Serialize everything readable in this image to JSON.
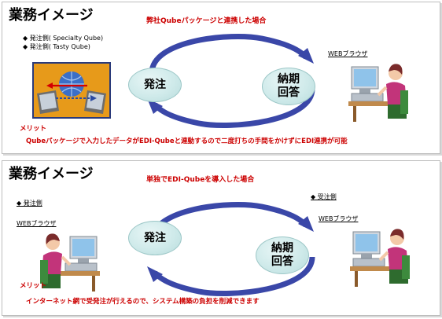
{
  "panels": {
    "top": {
      "title": "業務イメージ",
      "scenario": "弊社Qubeパッケージと連携した場合",
      "orderer_items": [
        "◆ 発注側( Specialty Qube)",
        "◆ 発注側( Tasty Qube)"
      ],
      "web_browser": "WEBブラウザ",
      "left_ellipse": "発注",
      "right_ellipse": "納期\n回答",
      "merit_label": "メリット",
      "merit_text": "Qubeパッケージで入力したデータがEDI-Qubeと連動するので二度打ちの手間をかけずにEDI連携が可能"
    },
    "bottom": {
      "title": "業務イメージ",
      "scenario": "単独でEDI-Qubeを導入した場合",
      "orderer": "◆ 発注側",
      "orderer_browser": "WEBブラウザ",
      "supplier": "◆ 受注側",
      "supplier_browser": "WEBブラウザ",
      "left_ellipse": "発注",
      "right_ellipse": "納期\n回答",
      "merit_label": "メリット",
      "merit_text": "インターネット網で受発注が行えるので、システム構築の負担を削減できます"
    }
  },
  "colors": {
    "accent_red": "#cc0000",
    "cycle_blue": "#3a47a8",
    "ellipse_fill": "#cfeaea"
  }
}
